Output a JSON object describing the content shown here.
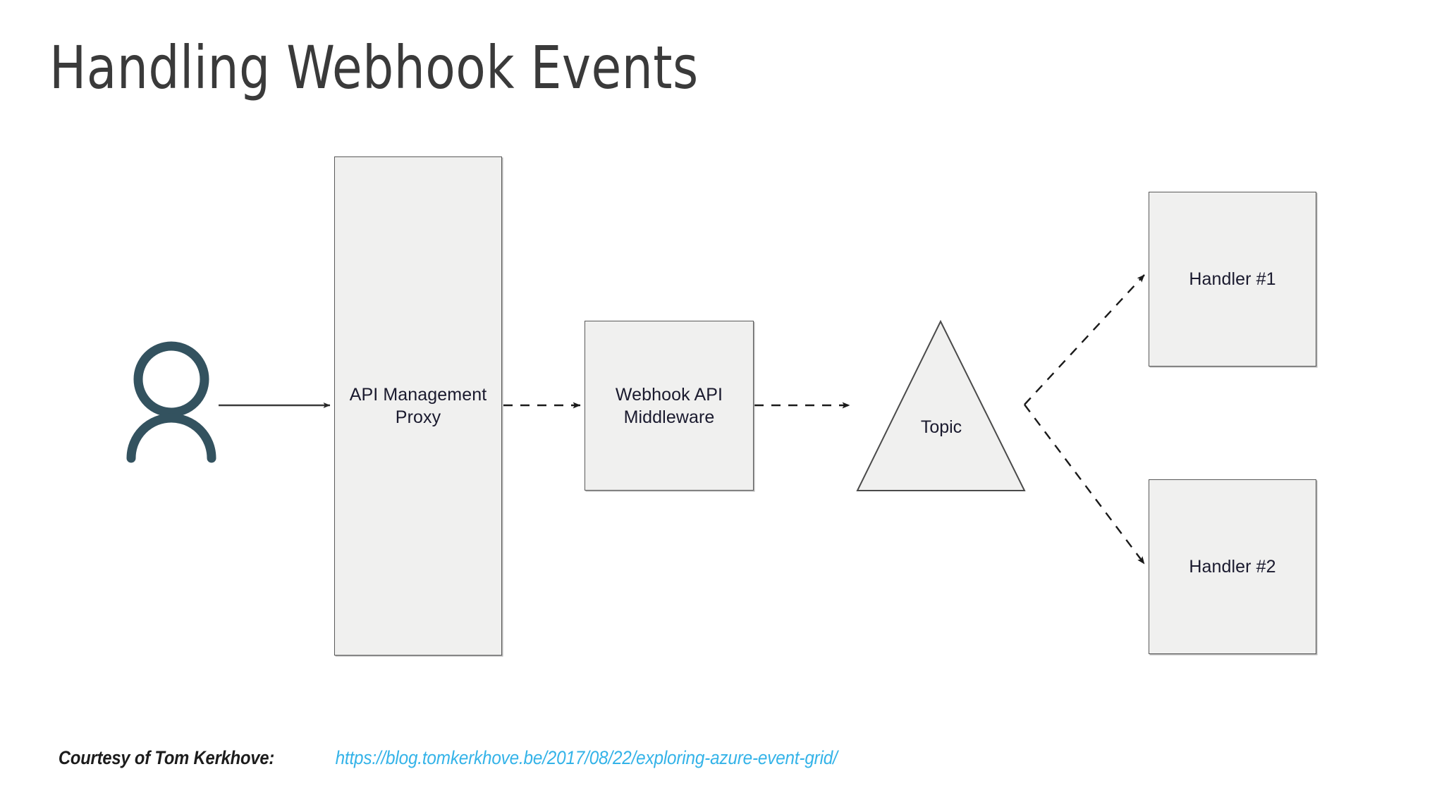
{
  "slide": {
    "title": "Handling Webhook Events",
    "background_color": "#ffffff"
  },
  "diagram": {
    "type": "flow-diagram",
    "node_fill_color": "#f0f0ef",
    "node_border_color": "#595959",
    "actor_color": "#33525f",
    "connector_color": "#333333",
    "actor": {
      "icon": "user-person-icon",
      "label": ""
    },
    "nodes": [
      {
        "id": "apim",
        "label": "API Management Proxy",
        "shape": "rectangle"
      },
      {
        "id": "webhook",
        "label": "Webhook API Middleware",
        "shape": "rectangle"
      },
      {
        "id": "topic",
        "label": "Topic",
        "shape": "triangle"
      },
      {
        "id": "handler1",
        "label": "Handler #1",
        "shape": "rectangle"
      },
      {
        "id": "handler2",
        "label": "Handler #2",
        "shape": "rectangle"
      }
    ],
    "edges": [
      {
        "from": "actor",
        "to": "apim",
        "style": "solid",
        "arrow": "filled"
      },
      {
        "from": "apim",
        "to": "webhook",
        "style": "dashed",
        "arrow": "filled"
      },
      {
        "from": "webhook",
        "to": "topic",
        "style": "dashed",
        "arrow": "filled"
      },
      {
        "from": "topic",
        "to": "handler1",
        "style": "dashed",
        "arrow": "filled"
      },
      {
        "from": "topic",
        "to": "handler2",
        "style": "dashed",
        "arrow": "filled"
      }
    ]
  },
  "footer": {
    "credit": "Courtesy of Tom Kerkhove:",
    "link_text": "https://blog.tomkerkhove.be/2017/08/22/exploring-azure-event-grid/",
    "link_color": "#34b3e8"
  }
}
